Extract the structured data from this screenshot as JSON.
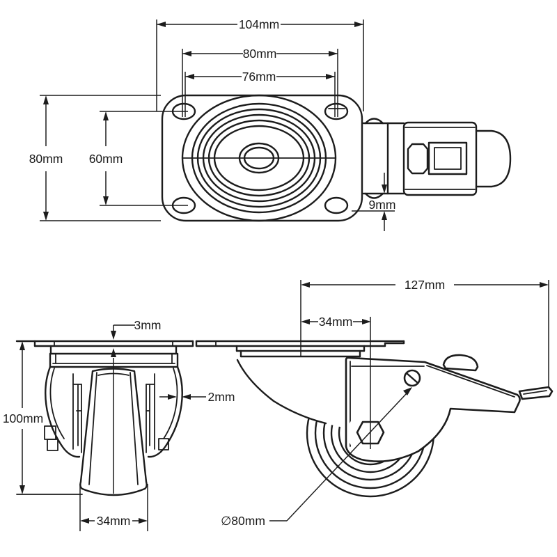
{
  "drawing": {
    "type": "caster-wheel-technical-drawing",
    "line_color": "#1c1c1c",
    "background": "#ffffff",
    "dims": {
      "plate_width": "104mm",
      "bolt_spacing_width": "80mm",
      "bolt_inner_width": "76mm",
      "plate_depth": "80mm",
      "bolt_spacing_depth": "60mm",
      "lever_offset": "9mm",
      "overall_length": "127mm",
      "swivel_offset": "34mm",
      "wheel_diameter": "∅80mm",
      "plate_thickness": "3mm",
      "guard_thickness": "2mm",
      "overall_height": "100mm",
      "wheel_width": "34mm"
    }
  }
}
